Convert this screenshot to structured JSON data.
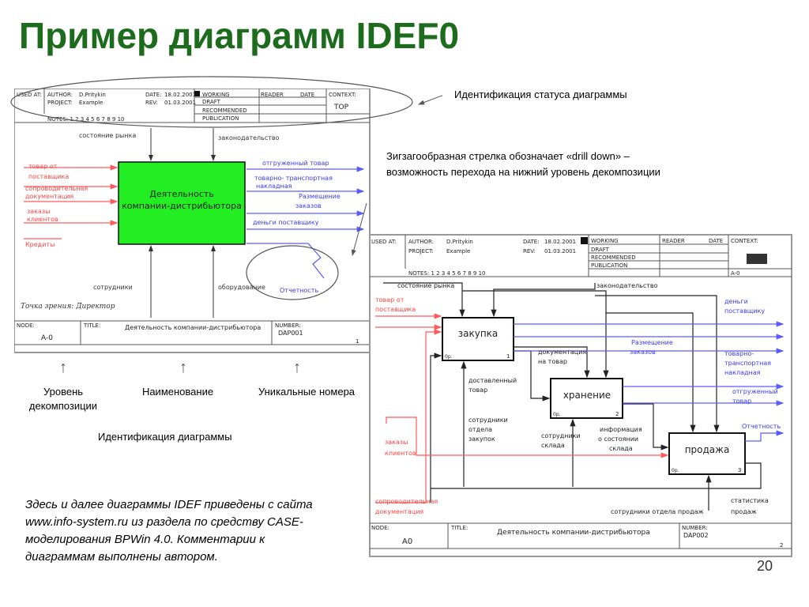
{
  "title": "Пример диаграмм IDEF0",
  "annotations": {
    "status_id": "Идентификация статуса диаграммы",
    "zigzag_line1": "Зигзагообразная стрелка обозначает «drill down» –",
    "zigzag_line2": "возможность  перехода на нижний уровень декомпозиции",
    "level_line1": "Уровень",
    "level_line2": "декомпозиции",
    "name": "Наименование",
    "numbers": "Уникальные номера",
    "diagram_id": "Идентификация диаграммы"
  },
  "footnote": "Здесь и далее диаграммы IDEF приведены с сайта www.info-system.ru из раздела по средству CASE-моделирования BPWin 4.0. Комментарии  к диаграммам выполнены автором.",
  "page_number": "20",
  "frame": {
    "used_at": "USED AT:",
    "author": "AUTHOR:",
    "author_name": "D.Pritykin",
    "project": "PROJECT:",
    "project_name": "Example",
    "date": "DATE:",
    "date_value": "18.02.2001",
    "rev": "REV:",
    "rev_value": "01.03.2001",
    "working": "WORKING",
    "draft": "DRAFT",
    "recommended": "RECOMMENDED",
    "publication": "PUBLICATION",
    "reader": "READER",
    "date2": "DATE",
    "context": "CONTEXT:",
    "notes": "NOTES:  1  2  3  4  5  6  7  8  9  10",
    "node": "NODE:",
    "title_label": "TITLE:",
    "number_label": "NUMBER:"
  },
  "diagram1": {
    "context_value": "TOP",
    "node_value": "A-0",
    "title_value": "Деятельность компании-дистрибьютора",
    "number_value": "DAP001",
    "page": "1",
    "box_line1": "Деятельность",
    "box_line2": "компании-дистрибьютора",
    "controls": [
      "состояние рынка",
      "законодательство"
    ],
    "mechanisms": [
      "сотрудники",
      "оборудование"
    ],
    "inputs": [
      [
        "товар от",
        "поставщика"
      ],
      [
        "сопроводительная",
        "документация"
      ],
      [
        "заказы",
        "клиентов"
      ],
      [
        "Кредиты"
      ]
    ],
    "outputs": [
      [
        "отгруженный товар"
      ],
      [
        "товарно- транспортная",
        "накладная"
      ],
      [
        "Размещение",
        "заказов"
      ],
      [
        "деньги поставщику"
      ]
    ],
    "drill_output": "Отчетность",
    "viewpoint": "Точка зрения:  Директор"
  },
  "diagram2": {
    "node_small": "A-0",
    "node_value": "A0",
    "title_value": "Деятельность компании-дистрибьютора",
    "number_value": "DAP002",
    "page": "2",
    "boxes": [
      "закупка",
      "хранение",
      "продажа"
    ],
    "box_nums": [
      "1",
      "2",
      "3"
    ],
    "box_codes": [
      "0р.",
      "0р.",
      "0р."
    ],
    "controls": [
      "состояние рынка",
      "законодательство"
    ],
    "inputs": [
      [
        "товар от",
        "поставщика"
      ],
      [
        "заказы",
        "клиентов"
      ],
      [
        "сопроводительная",
        "документация"
      ]
    ],
    "outputs": [
      [
        "деньги",
        "поставщику"
      ],
      [
        "Размещение",
        "заказов"
      ],
      [
        "товарно-",
        "транспортная",
        "накладная"
      ],
      [
        "отгруженный",
        "товар"
      ],
      [
        "Отчетность"
      ]
    ],
    "inner": {
      "doc": [
        "документация",
        "на товар"
      ],
      "delivered": [
        "доставленный",
        "товар"
      ],
      "purch_staff": [
        "сотрудники",
        "отдела",
        "закупок"
      ],
      "wh_staff": [
        "сотрудники",
        "склада"
      ],
      "info": [
        "информация",
        "о состоянии",
        "склада"
      ],
      "sales_staff": "сотрудники отдела продаж",
      "stats": [
        "статистика",
        "продаж"
      ]
    }
  }
}
